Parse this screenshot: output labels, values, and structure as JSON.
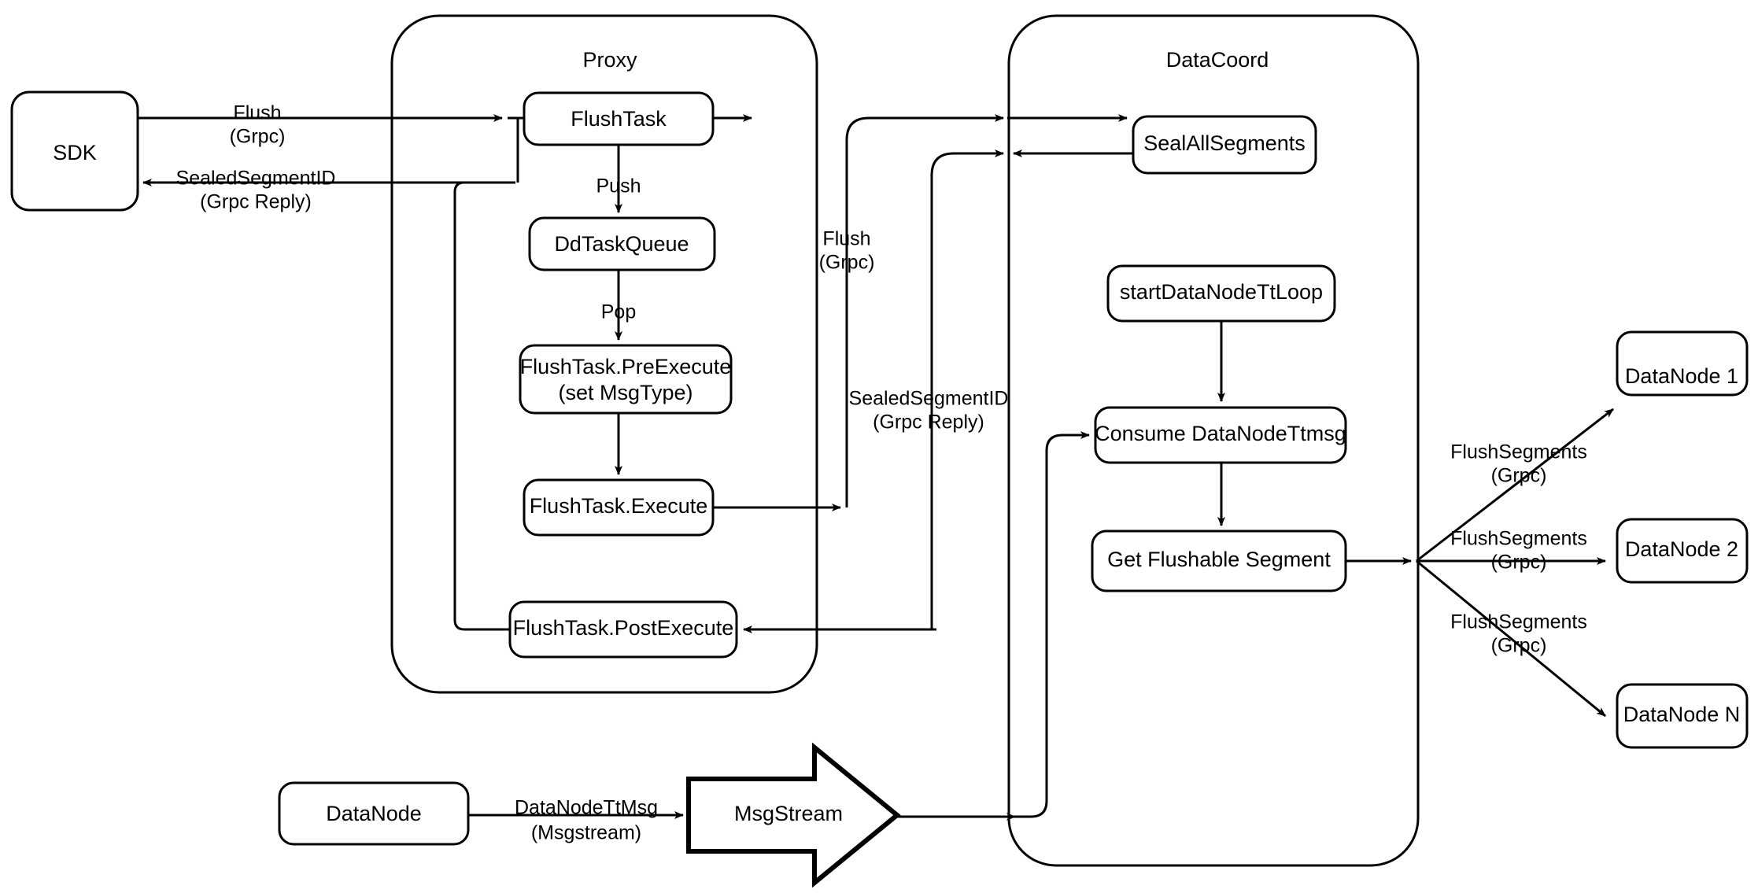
{
  "diagram": {
    "title": "Milvus Flush Sequence",
    "background_color": "#ffffff",
    "stroke_color": "#000000",
    "fill_color": "#ffffff"
  },
  "groups": {
    "proxy": {
      "label": "Proxy"
    },
    "datacoord": {
      "label": "DataCoord"
    }
  },
  "nodes": {
    "sdk": {
      "label": "SDK"
    },
    "flush_task": {
      "label": "FlushTask"
    },
    "dd_task_queue": {
      "label": "DdTaskQueue"
    },
    "pre_execute_line1": {
      "label": "FlushTask.PreExecute"
    },
    "pre_execute_line2": {
      "label": "(set MsgType)"
    },
    "execute": {
      "label": "FlushTask.Execute"
    },
    "post_execute": {
      "label": "FlushTask.PostExecute"
    },
    "seal_all_segments": {
      "label": "SealAllSegments"
    },
    "start_tt_loop": {
      "label": "startDataNodeTtLoop"
    },
    "consume_tt_msg": {
      "label": "Consume DataNodeTtmsg"
    },
    "get_flushable_segment": {
      "label": "Get Flushable Segment"
    },
    "datanode_1": {
      "label": "DataNode 1"
    },
    "datanode_2": {
      "label": "DataNode 2"
    },
    "datanode_n": {
      "label": "DataNode N"
    },
    "datanode_source": {
      "label": "DataNode"
    },
    "msgstream": {
      "label": "MsgStream"
    }
  },
  "edge_labels": {
    "sdk_flush_l1": {
      "label": "Flush"
    },
    "sdk_flush_l2": {
      "label": "(Grpc)"
    },
    "sdk_reply_l1": {
      "label": "SealedSegmentID"
    },
    "sdk_reply_l2": {
      "label": "(Grpc Reply)"
    },
    "push": {
      "label": "Push"
    },
    "pop": {
      "label": "Pop"
    },
    "mid_flush_l1": {
      "label": "Flush"
    },
    "mid_flush_l2": {
      "label": "(Grpc)"
    },
    "mid_reply_l1": {
      "label": "SealedSegmentID"
    },
    "mid_reply_l2": {
      "label": "(Grpc Reply)"
    },
    "flush_seg_1_l1": {
      "label": "FlushSegments"
    },
    "flush_seg_1_l2": {
      "label": "(Grpc)"
    },
    "flush_seg_2_l1": {
      "label": "FlushSegments"
    },
    "flush_seg_2_l2": {
      "label": "(Grpc)"
    },
    "flush_seg_n_l1": {
      "label": "FlushSegments"
    },
    "flush_seg_n_l2": {
      "label": "(Grpc)"
    },
    "ttmsg_l1": {
      "label": "DataNodeTtMsg"
    },
    "ttmsg_l2": {
      "label": "(Msgstream)"
    }
  }
}
